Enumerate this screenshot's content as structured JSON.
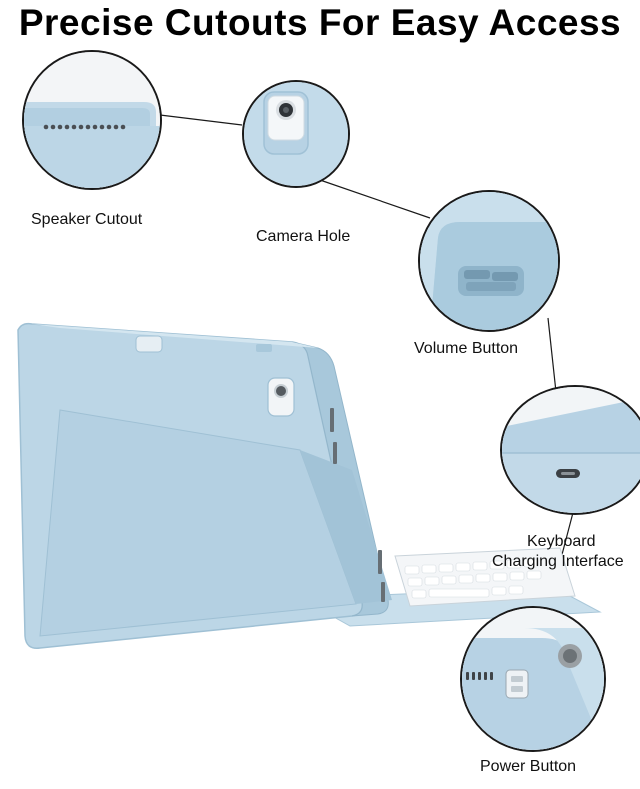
{
  "title": "Precise Cutouts For Easy Access",
  "callouts": {
    "speaker": "Speaker Cutout",
    "camera": "Camera Hole",
    "volume": "Volume Button",
    "keyboard_line1": "Keyboard",
    "keyboard_line2": "Charging Interface",
    "power": "Power Button"
  },
  "colors": {
    "case": "#bcd6e6",
    "case_dark": "#9fc0d4",
    "case_edge": "#d4e6f0",
    "line": "#1a1a1a"
  },
  "icons": [
    "speaker-grille-icon",
    "camera-lens-icon",
    "volume-rocker-icon",
    "usb-c-port-icon",
    "power-button-icon"
  ]
}
